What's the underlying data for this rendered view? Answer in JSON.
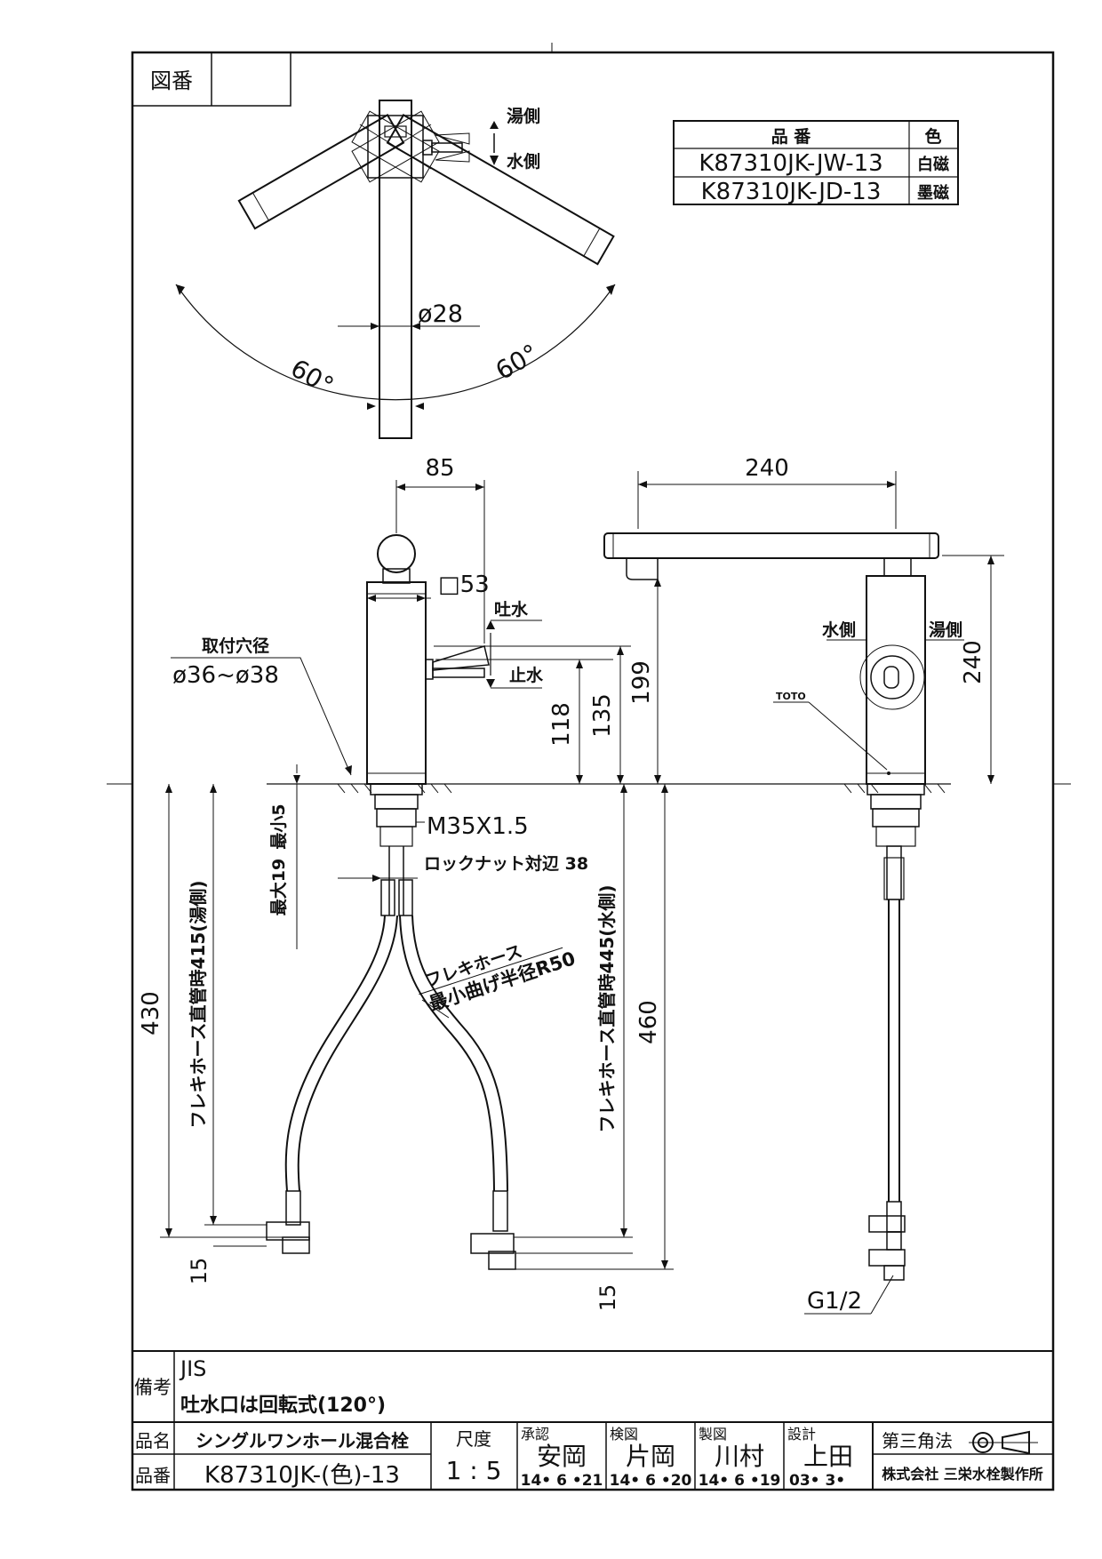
{
  "header": {
    "drawing_no_label": "図番",
    "drawing_no_value": ""
  },
  "parts_table": {
    "col_part": "品 番",
    "col_color": "色",
    "rows": [
      {
        "part": "K87310JK-JW-13",
        "color": "白磁"
      },
      {
        "part": "K87310JK-JD-13",
        "color": "墨磁"
      }
    ]
  },
  "top_view": {
    "hot_side": "湯側",
    "cold_side": "水側",
    "diameter": "ø28",
    "angle_left": "60°",
    "angle_right": "60°"
  },
  "front_view": {
    "dim_width_85": "85",
    "dim_square_53": "□53",
    "spout_label": "吐水",
    "stop_label": "止水",
    "mount_hole_title": "取付穴径",
    "mount_hole_value": "ø36~ø38",
    "dim_118": "118",
    "dim_135": "135",
    "dim_199": "199",
    "thread": "M35X1.5",
    "locknut": "ロックナット対辺 38",
    "max_thickness": "最大19",
    "min_thickness": "最小5",
    "hose_hot": "フレキホース直管時415(湯側)",
    "hose_cold": "フレキホース直管時445(水側)",
    "hose_bend_1": "フレキホース",
    "hose_bend_2": "最小曲げ半径R50",
    "dim_430": "430",
    "dim_460": "460",
    "dim_15_left": "15",
    "dim_15_right": "15"
  },
  "side_view": {
    "dim_240_top": "240",
    "dim_240_right": "240",
    "cold_side": "水側",
    "hot_side": "湯側",
    "logo_mark": "TOTO",
    "connection": "G1/2"
  },
  "notes": {
    "label": "備考",
    "line1": "JIS",
    "line2": "吐水口は回転式(120°)"
  },
  "title_block": {
    "name_label": "品名",
    "name_value": "シングルワンホール混合栓",
    "number_label": "品番",
    "number_value": "K87310JK-(色)-13",
    "scale_label": "尺度",
    "scale_value": "1 : 5",
    "approve_label": "承認",
    "approve_name": "安岡",
    "approve_date": "14• 6 •21",
    "check_label": "検図",
    "check_name": "片岡",
    "check_date": "14• 6 •20",
    "draw_label": "製図",
    "draw_name": "川村",
    "draw_date": "14• 6 •19",
    "design_label": "設計",
    "design_name": "上田",
    "design_date": "03• 3•",
    "projection_label": "第三角法",
    "company": "株式会社 三栄水栓製作所"
  }
}
